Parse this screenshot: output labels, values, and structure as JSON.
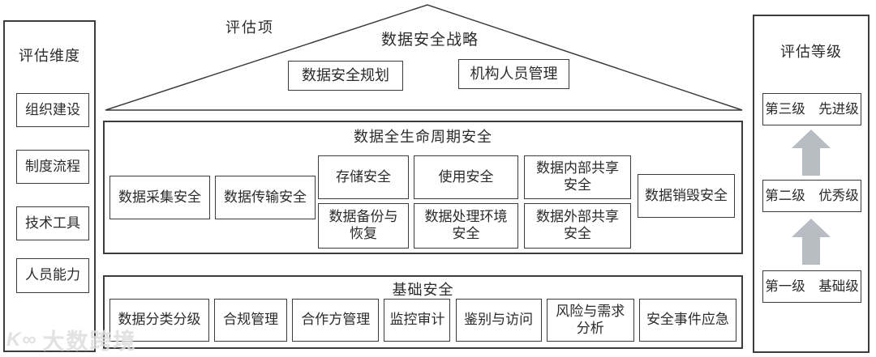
{
  "labels": {
    "assessment_items": "评估项"
  },
  "watermark": {
    "logo": "K∞",
    "text": "大数跨境"
  },
  "left_panel": {
    "title": "评估维度",
    "items": [
      "组织建设",
      "制度流程",
      "技术工具",
      "人员能力"
    ]
  },
  "roof": {
    "title": "数据安全战略",
    "items": [
      "数据安全规划",
      "机构人员管理"
    ]
  },
  "lifecycle": {
    "title": "数据全生命周期安全",
    "items_single": [
      "数据采集安全",
      "数据传输安全",
      "数据销毁安全"
    ],
    "stack_columns": [
      {
        "top": "存储安全",
        "bottom": "数据备份与\n恢复"
      },
      {
        "top": "使用安全",
        "bottom": "数据处理环境\n安全"
      },
      {
        "top": "数据内部共享\n安全",
        "bottom": "数据外部共享\n安全"
      }
    ]
  },
  "basic": {
    "title": "基础安全",
    "items": [
      "数据分类分级",
      "合规管理",
      "合作方管理",
      "监控审计",
      "鉴别与访问",
      "风险与需求\n分析",
      "安全事件应急"
    ]
  },
  "right_panel": {
    "title": "评估等级",
    "levels": [
      "第三级　先进级",
      "第二级　优秀级",
      "第一级　基础级"
    ]
  },
  "colors": {
    "line": "#3c3c3c",
    "arrow": "#b8bcc3"
  }
}
